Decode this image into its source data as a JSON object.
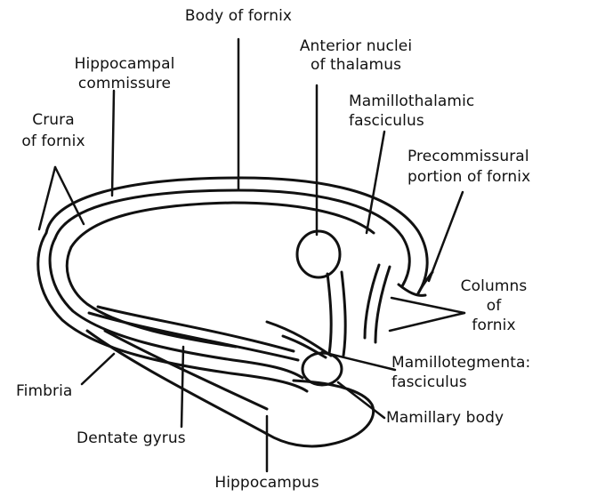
{
  "labels": {
    "body_of_fornix": "Body of fornix",
    "anterior_nuclei_1": "Anterior nuclei",
    "anterior_nuclei_2": "of thalamus",
    "hippocampal_commissure_1": "Hippocampal",
    "hippocampal_commissure_2": "commissure",
    "mamillothalamic_1": "Mamillothalamic",
    "mamillothalamic_2": "fasciculus",
    "crura_1": "Crura",
    "crura_2": "of fornix",
    "precommissural_1": "Precommissural",
    "precommissural_2": "portion of fornix",
    "columns_1": "Columns",
    "columns_2": "of",
    "columns_3": "fornix",
    "mamillotegmental_1": "Mamillotegmenta:",
    "mamillotegmental_2": "fasciculus",
    "fimbria": "Fimbria",
    "mamillary_body": "Mamillary body",
    "dentate_gyrus": "Dentate gyrus",
    "hippocampus": "Hippocampus"
  },
  "colors": {
    "ink": "#111111",
    "background": "#ffffff"
  }
}
